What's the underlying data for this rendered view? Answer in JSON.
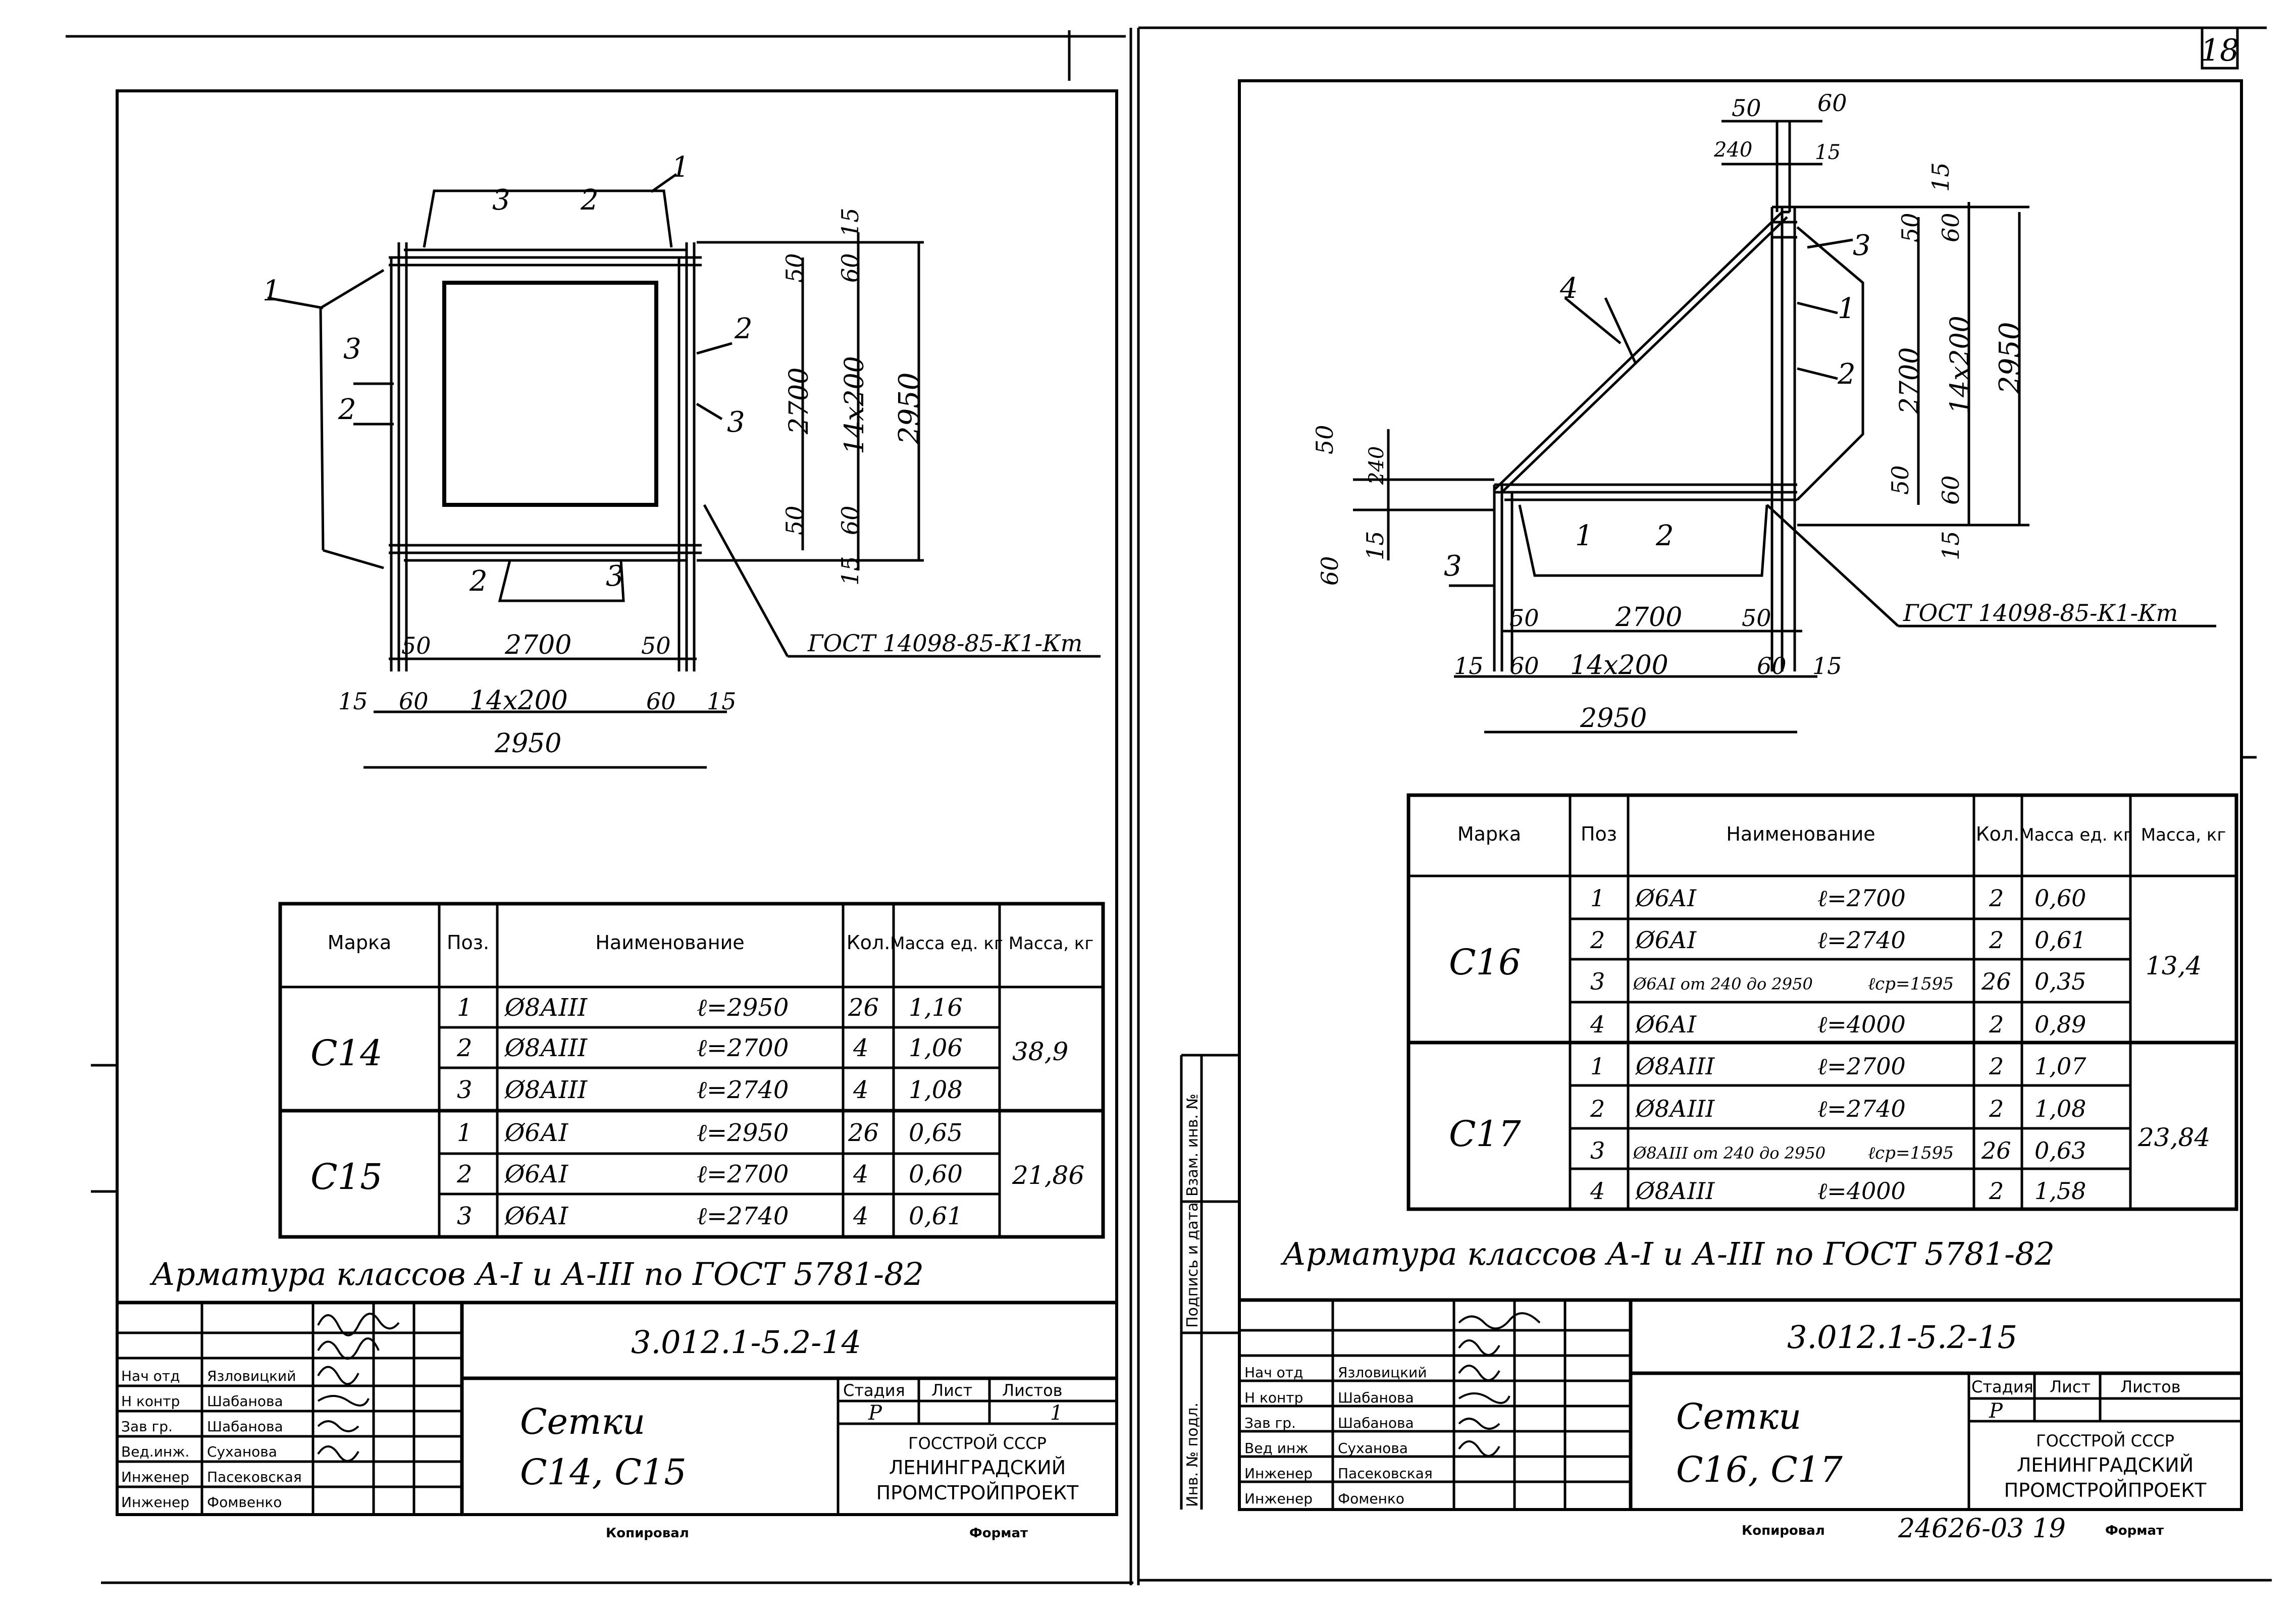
{
  "page_number": "18",
  "left_sheet": {
    "dims": {
      "d15a": "15",
      "d60a": "60",
      "d14x200v": "14x200",
      "d2950v": "2950",
      "d50a": "50",
      "d2700v": "2700",
      "d50b": "50",
      "d60b": "60",
      "d15b": "15",
      "h50a": "50",
      "h2700": "2700",
      "h50b": "50",
      "h15a": "15",
      "h60a": "60",
      "h14x200": "14x200",
      "h60b": "60",
      "h15b": "15",
      "h2950": "2950"
    },
    "callouts": {
      "c1a": "1",
      "c1b": "1",
      "c3a": "3",
      "c2a": "2",
      "c3b": "3",
      "c2b": "2",
      "c2c": "2",
      "c3c": "3",
      "c2d": "2",
      "c3d": "3"
    },
    "gost_callout": "ГОСТ 14098-85-К1-Кт",
    "table": {
      "headers": {
        "mark": "Марка",
        "pos": "Поз.",
        "name": "Наименование",
        "qty": "Кол.",
        "unit_mass": "Масса ед. кг",
        "mass": "Масса, кг"
      },
      "groups": [
        {
          "mark": "С14",
          "mass": "38,9",
          "rows": [
            {
              "pos": "1",
              "name": "Ø8АIII",
              "length": "ℓ=2950",
              "qty": "26",
              "unit": "1,16"
            },
            {
              "pos": "2",
              "name": "Ø8АIII",
              "length": "ℓ=2700",
              "qty": "4",
              "unit": "1,06"
            },
            {
              "pos": "3",
              "name": "Ø8АIII",
              "length": "ℓ=2740",
              "qty": "4",
              "unit": "1,08"
            }
          ]
        },
        {
          "mark": "С15",
          "mass": "21,86",
          "rows": [
            {
              "pos": "1",
              "name": "Ø6АI",
              "length": "ℓ=2950",
              "qty": "26",
              "unit": "0,65"
            },
            {
              "pos": "2",
              "name": "Ø6АI",
              "length": "ℓ=2700",
              "qty": "4",
              "unit": "0,60"
            },
            {
              "pos": "3",
              "name": "Ø6АI",
              "length": "ℓ=2740",
              "qty": "4",
              "unit": "0,61"
            }
          ]
        }
      ]
    },
    "note": "Арматура классов А-I и А-III по ГОСТ 5781-82",
    "stamp": {
      "code": "3.012.1-5.2-14",
      "title1": "Сетки",
      "title2": "С14, С15",
      "stage_label": "Стадия",
      "sheet_label": "Лист",
      "sheets_label": "Листов",
      "stage": "Р",
      "sheet": "1",
      "org1": "ГОССТРОЙ СССР",
      "org2": "ЛЕНИНГРАДСКИЙ",
      "org3": "ПРОМСТРОЙПРОЕКТ",
      "people": [
        {
          "role": "Нач отд",
          "name": "Язловицкий"
        },
        {
          "role": "Н контр",
          "name": "Шабанова"
        },
        {
          "role": "Зав гр.",
          "name": "Шабанова"
        },
        {
          "role": "Вед.инж.",
          "name": "Суханова"
        },
        {
          "role": "Инженер",
          "name": "Пасековская"
        },
        {
          "role": "Инженер",
          "name": "Фомвенко"
        }
      ],
      "copied": "Копировал",
      "format": "Формат"
    }
  },
  "right_sheet": {
    "dims": {
      "t50": "50",
      "t60": "60",
      "t240": "240",
      "t15": "15",
      "v15a": "15",
      "v60a": "60",
      "v50a": "50",
      "v2700": "2700",
      "v14x200": "14x200",
      "v2950": "2950",
      "v50b": "50",
      "v60b": "60",
      "v15b": "15",
      "l50": "50",
      "l240": "240",
      "l60": "60",
      "l15": "15",
      "b50a": "50",
      "b2700": "2700",
      "b50b": "50",
      "b15a": "15",
      "b60a": "60",
      "b14x200": "14x200",
      "b60b": "60",
      "b15b": "15",
      "b2950": "2950"
    },
    "callouts": {
      "r4": "4",
      "r3a": "3",
      "r1a": "1",
      "r2a": "2",
      "r1b": "1",
      "r2b": "2",
      "r3b": "3"
    },
    "gost_callout": "ГОСТ 14098-85-К1-Кт",
    "table": {
      "headers": {
        "mark": "Марка",
        "pos": "Поз",
        "name": "Наименование",
        "qty": "Кол.",
        "unit_mass": "Масса ед. кг",
        "mass": "Масса, кг"
      },
      "groups": [
        {
          "mark": "С16",
          "mass": "13,4",
          "rows": [
            {
              "pos": "1",
              "name": "Ø6АI",
              "length": "ℓ=2700",
              "qty": "2",
              "unit": "0,60"
            },
            {
              "pos": "2",
              "name": "Ø6АI",
              "length": "ℓ=2740",
              "qty": "2",
              "unit": "0,61"
            },
            {
              "pos": "3",
              "name": "Ø6АI от 240 до 2950",
              "length": "ℓср=1595",
              "qty": "26",
              "unit": "0,35"
            },
            {
              "pos": "4",
              "name": "Ø6АI",
              "length": "ℓ=4000",
              "qty": "2",
              "unit": "0,89"
            }
          ]
        },
        {
          "mark": "С17",
          "mass": "23,84",
          "rows": [
            {
              "pos": "1",
              "name": "Ø8АIII",
              "length": "ℓ=2700",
              "qty": "2",
              "unit": "1,07"
            },
            {
              "pos": "2",
              "name": "Ø8АIII",
              "length": "ℓ=2740",
              "qty": "2",
              "unit": "1,08"
            },
            {
              "pos": "3",
              "name": "Ø8АIII от 240 до 2950",
              "length": "ℓср=1595",
              "qty": "26",
              "unit": "0,63"
            },
            {
              "pos": "4",
              "name": "Ø8АIII",
              "length": "ℓ=4000",
              "qty": "2",
              "unit": "1,58"
            }
          ]
        }
      ]
    },
    "note": "Арматура классов А-I и А-III по ГОСТ 5781-82",
    "side_strip": [
      "Инв. № подл.",
      "Подпись и дата",
      "Взам. инв. №"
    ],
    "stamp": {
      "code": "3.012.1-5.2-15",
      "title1": "Сетки",
      "title2": "С16, С17",
      "stage_label": "Стадия",
      "sheet_label": "Лист",
      "sheets_label": "Листов",
      "stage": "Р",
      "sheet": "",
      "org1": "ГОССТРОЙ СССР",
      "org2": "ЛЕНИНГРАДСКИЙ",
      "org3": "ПРОМСТРОЙПРОЕКТ",
      "people": [
        {
          "role": "Нач отд",
          "name": "Язловицкий"
        },
        {
          "role": "Н контр",
          "name": "Шабанова"
        },
        {
          "role": "Зав гр.",
          "name": "Шабанова"
        },
        {
          "role": "Вед инж",
          "name": "Суханова"
        },
        {
          "role": "Инженер",
          "name": "Пасековская"
        },
        {
          "role": "Инженер",
          "name": "Фоменко"
        }
      ],
      "copied": "Копировал",
      "format": "Формат",
      "archive": "24626-03 19"
    }
  }
}
